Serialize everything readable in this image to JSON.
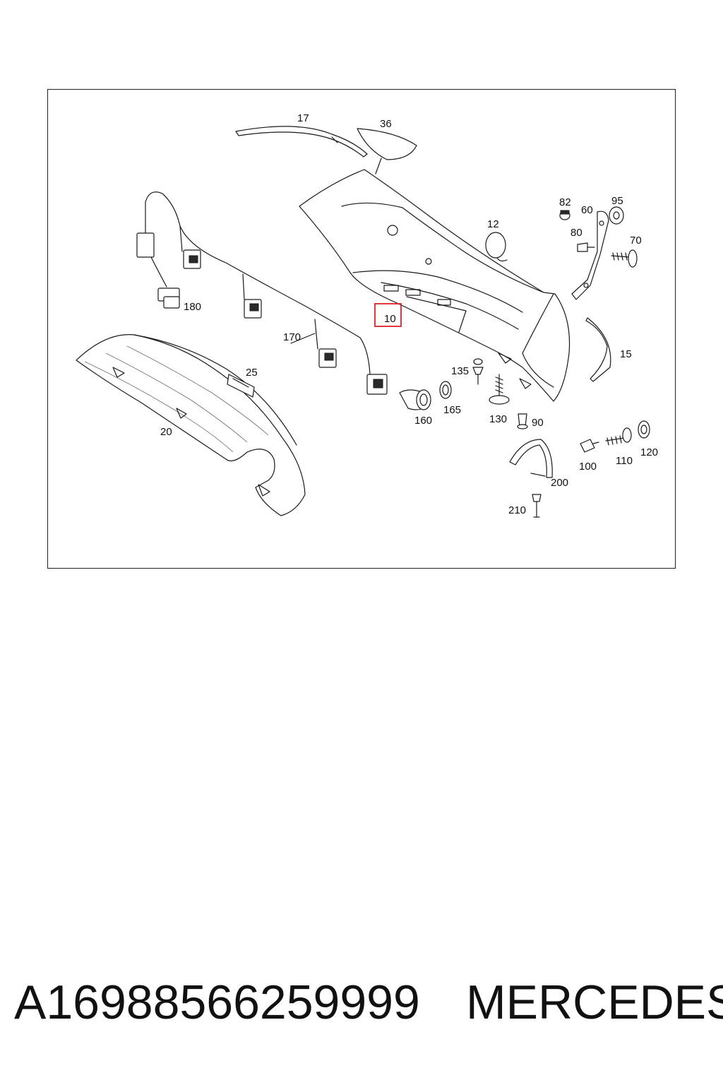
{
  "diagram": {
    "callouts": {
      "c10": "10",
      "c12": "12",
      "c15": "15",
      "c17": "17",
      "c20": "20",
      "c25": "25",
      "c36": "36",
      "c60": "60",
      "c70": "70",
      "c80": "80",
      "c82": "82",
      "c90": "90",
      "c95": "95",
      "c100": "100",
      "c110": "110",
      "c120": "120",
      "c130": "130",
      "c135": "135",
      "c160": "160",
      "c165": "165",
      "c170": "170",
      "c180": "180",
      "c200": "200",
      "c210": "210"
    },
    "highlight_color": "#e0202a",
    "line_color": "#1a1a1a"
  },
  "footer": {
    "part_number": "A16988566259999",
    "brand": "MERCEDES"
  }
}
